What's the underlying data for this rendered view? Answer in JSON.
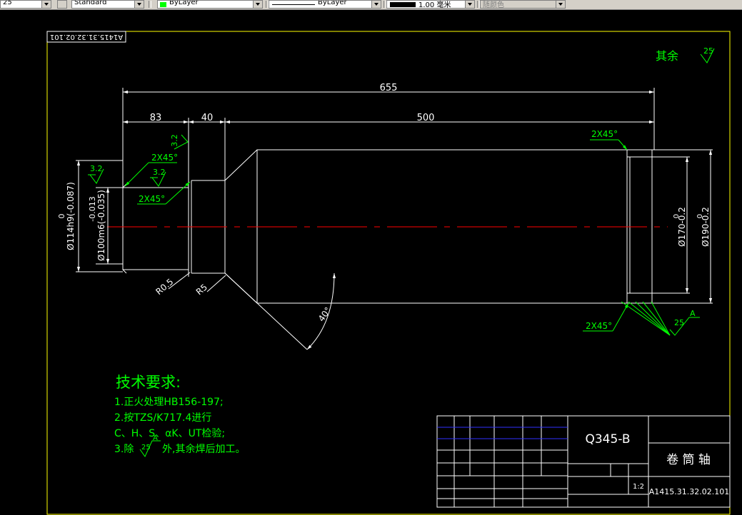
{
  "toolbar": {
    "scale_value": "25",
    "text_style": "Standard",
    "layer_color_label": "ByLayer",
    "linetype_label": "ByLayer",
    "lineweight_label": "1.00 毫米",
    "plotstyle_label": "随颜色"
  },
  "colors": {
    "background": "#000000",
    "geometry": "#ffffff",
    "annotation": "#00ff00",
    "centerline": "#ff0000",
    "border": "#ffff00",
    "toolbar": "#d4d0c8"
  },
  "drawing": {
    "number_rotated": "A1415.31.32.02.101",
    "other_surfaces_label": "其余",
    "other_surfaces_roughness": "25",
    "dims": {
      "overall_length": "655",
      "len_83": "83",
      "len_40": "40",
      "len_500": "500",
      "chamfer_right_top": "2X45°",
      "chamfer_right_bottom": "2X45°",
      "chamfer_left_top": "2X45°",
      "chamfer_left_inner": "2X45°",
      "rough_left_a": "3.2",
      "rough_left_b": "3.2",
      "rough_left_c": "3.2",
      "rough_right": "25",
      "rough_right_datum": "A",
      "radius_small": "R0.5",
      "radius_large": "R5",
      "angle": "40°",
      "dia_114": "Ø114h9(-0.087)",
      "dia_114_upper": "0",
      "dia_100": "Ø100m6(-0.035)",
      "dia_100_upper": "-0.013",
      "dia_170": "Ø170-0.2",
      "dia_170_upper": "0",
      "dia_190": "Ø190-0.2",
      "dia_190_upper": "0"
    },
    "tech_title": "技术要求:",
    "tech_lines": [
      "1.正火处理HB156-197;",
      "2.按TZS/K717.4进行",
      "C、H、S、αK、UT检验;"
    ],
    "tech_line4_prefix": "3.除",
    "tech_line4_rough": "25",
    "tech_line4_datum": "A",
    "tech_line4_suffix": "外,其余焊后加工。"
  },
  "title_block": {
    "material": "Q345-B",
    "part_name": "卷 筒 轴",
    "scale": "1:2",
    "drawing_number": "A1415.31.32.02.101"
  }
}
